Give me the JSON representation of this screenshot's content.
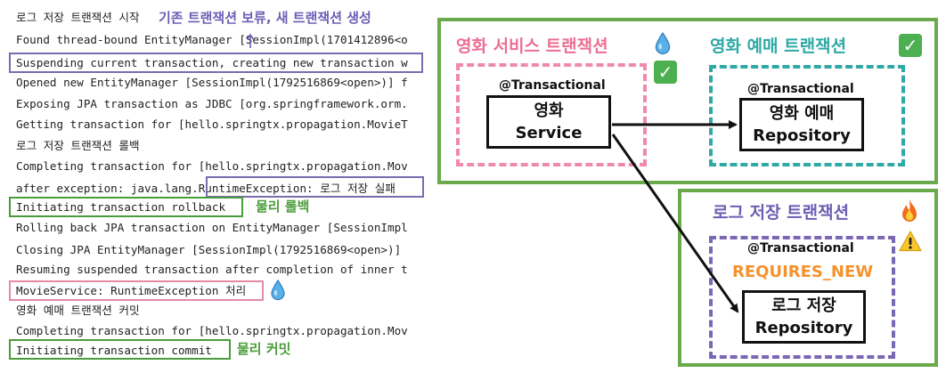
{
  "log": {
    "lines": [
      "로그 저장 트랜잭션 시작",
      "Found thread-bound EntityManager [SessionImpl(1701412896<o",
      "Suspending current transaction, creating new transaction w",
      "Opened new EntityManager [SessionImpl(1792516869<open>)] f",
      "Exposing JPA transaction as JDBC [org.springframework.orm.",
      "Getting transaction for [hello.springtx.propagation.MovieT",
      "로그 저장 트랜잭션 롤백",
      "Completing transaction for [hello.springtx.propagation.Mov",
      "after exception: java.lang.RuntimeException: 로그 저장 실패",
      "Initiating transaction rollback",
      "Rolling back JPA transaction on EntityManager [SessionImpl",
      "Closing JPA EntityManager [SessionImpl(1792516869<open>)]",
      "Resuming suspended transaction after completion of inner t",
      "MovieService: RuntimeException 처리",
      "영화 예매 트랜잭션 커밋",
      "Completing transaction for [hello.springtx.propagation.Mov",
      "Initiating transaction commit"
    ]
  },
  "notes": {
    "suspend": "기존 트랜잭션 보류, 새 트랜잭션 생성",
    "rollback": "물리 롤백",
    "commit": "물리 커밋"
  },
  "top_panel": {
    "service_title": "영화 서비스 트랜잭션",
    "reservation_title": "영화 예매 트랜잭션",
    "service_annotation": "@Transactional",
    "service_box": [
      "영화",
      "Service"
    ],
    "repo_annotation": "@Transactional",
    "repo_box": [
      "영화 예매",
      "Repository"
    ]
  },
  "log_panel": {
    "title": "로그 저장 트랜잭션",
    "annotation": "@Transactional",
    "propagation": "REQUIRES_NEW",
    "box": [
      "로그 저장",
      "Repository"
    ]
  },
  "colors": {
    "panel_border": "#6aaa4c",
    "service_dash": "#f08aab",
    "reservation_dash": "#2ea9a5",
    "log_dash": "#7b68b5",
    "propagation_text": "#f5922b",
    "highlight_purple": "#7b6bb0",
    "highlight_green": "#4a9c3a",
    "highlight_pink": "#e48aa2"
  },
  "icons": [
    "droplet-icon",
    "check-box-icon",
    "fire-icon",
    "warning-icon"
  ]
}
